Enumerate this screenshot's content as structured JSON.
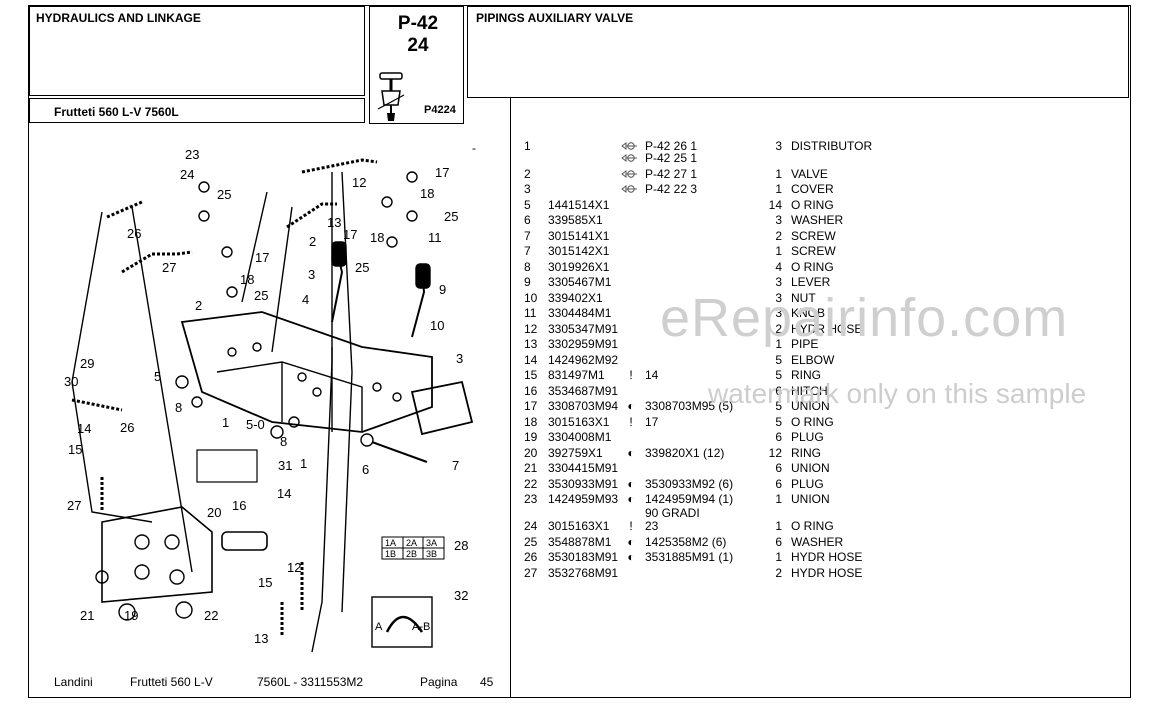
{
  "header": {
    "section_title": "HYDRAULICS AND LINKAGE",
    "model": "Frutteti 560 L-V 7560L",
    "page_code_line1": "P-42",
    "page_code_line2": "24",
    "figure_ref": "P4224",
    "group_title": "PIPINGS AUXILIARY VALVE"
  },
  "diagram": {
    "callouts": [
      "23",
      "24",
      "25",
      "26",
      "27",
      "17",
      "18",
      "25",
      "2",
      "3",
      "4",
      "1",
      "5",
      "8",
      "29",
      "30",
      "28",
      "14",
      "15",
      "27",
      "12",
      "17",
      "18",
      "13",
      "25",
      "11",
      "9",
      "10",
      "3",
      "7",
      "6",
      "5-0",
      "8",
      "31",
      "1",
      "20",
      "16",
      "14",
      "15",
      "12",
      "13",
      "21",
      "19",
      "22",
      "32"
    ],
    "plate_a": "A",
    "plate_ab": "A-B",
    "table_28_cells": [
      "1A",
      "2A",
      "3A",
      "1B",
      "2B",
      "3B"
    ],
    "dash": "-"
  },
  "parts": [
    {
      "item": "1",
      "part": "",
      "sym": "",
      "ref": "P-42 26  1",
      "ref2": "",
      "qty": "3",
      "desc": "DISTRIBUTOR",
      "circ": true
    },
    {
      "item": "",
      "part": "",
      "sym": "",
      "ref": "P-42 25  1",
      "ref2": "",
      "qty": "",
      "desc": "",
      "circ": true
    },
    {
      "item": "2",
      "part": "",
      "sym": "",
      "ref": "P-42 27  1",
      "ref2": "",
      "qty": "1",
      "desc": "VALVE",
      "circ": true
    },
    {
      "item": "3",
      "part": "",
      "sym": "",
      "ref": "P-42 22  3",
      "ref2": "",
      "qty": "1",
      "desc": "COVER",
      "circ": true
    },
    {
      "item": "5",
      "part": "1441514X1",
      "sym": "",
      "ref": "",
      "ref2": "",
      "qty": "14",
      "desc": "O RING",
      "circ": false
    },
    {
      "item": "6",
      "part": "339585X1",
      "sym": "",
      "ref": "",
      "ref2": "",
      "qty": "3",
      "desc": "WASHER",
      "circ": false
    },
    {
      "item": "7",
      "part": "3015141X1",
      "sym": "",
      "ref": "",
      "ref2": "",
      "qty": "2",
      "desc": "SCREW",
      "circ": false
    },
    {
      "item": "7",
      "part": "3015142X1",
      "sym": "",
      "ref": "",
      "ref2": "",
      "qty": "1",
      "desc": "SCREW",
      "circ": false
    },
    {
      "item": "8",
      "part": "3019926X1",
      "sym": "",
      "ref": "",
      "ref2": "",
      "qty": "4",
      "desc": "O RING",
      "circ": false
    },
    {
      "item": "9",
      "part": "3305467M1",
      "sym": "",
      "ref": "",
      "ref2": "",
      "qty": "3",
      "desc": "LEVER",
      "circ": false
    },
    {
      "item": "10",
      "part": "339402X1",
      "sym": "",
      "ref": "",
      "ref2": "",
      "qty": "3",
      "desc": "NUT",
      "circ": false
    },
    {
      "item": "11",
      "part": "3304484M1",
      "sym": "",
      "ref": "",
      "ref2": "",
      "qty": "3",
      "desc": "KNOB",
      "circ": false
    },
    {
      "item": "12",
      "part": "3305347M91",
      "sym": "",
      "ref": "",
      "ref2": "",
      "qty": "2",
      "desc": "HYDR HOSE",
      "circ": false
    },
    {
      "item": "13",
      "part": "3302959M91",
      "sym": "",
      "ref": "",
      "ref2": "",
      "qty": "1",
      "desc": "PIPE",
      "circ": false
    },
    {
      "item": "14",
      "part": "1424962M92",
      "sym": "",
      "ref": "",
      "ref2": "",
      "qty": "5",
      "desc": "ELBOW",
      "circ": false
    },
    {
      "item": "15",
      "part": "831497M1",
      "sym": "!",
      "ref": "14",
      "ref2": "",
      "qty": "5",
      "desc": "RING",
      "circ": false
    },
    {
      "item": "16",
      "part": "3534687M91",
      "sym": "",
      "ref": "",
      "ref2": "",
      "qty": "6",
      "desc": "HITCH",
      "circ": false
    },
    {
      "item": "17",
      "part": "3308703M94",
      "sym": "◐",
      "ref": "3308703M95  (5)",
      "ref2": "",
      "qty": "5",
      "desc": "UNION",
      "circ": false
    },
    {
      "item": "18",
      "part": "3015163X1",
      "sym": "!",
      "ref": "17",
      "ref2": "",
      "qty": "5",
      "desc": "O RING",
      "circ": false
    },
    {
      "item": "19",
      "part": "3304008M1",
      "sym": "",
      "ref": "",
      "ref2": "",
      "qty": "6",
      "desc": "PLUG",
      "circ": false
    },
    {
      "item": "20",
      "part": "392759X1",
      "sym": "◐",
      "ref": "339820X1  (12)",
      "ref2": "",
      "qty": "12",
      "desc": "RING",
      "circ": false
    },
    {
      "item": "21",
      "part": "3304415M91",
      "sym": "",
      "ref": "",
      "ref2": "",
      "qty": "6",
      "desc": "UNION",
      "circ": false
    },
    {
      "item": "22",
      "part": "3530933M91",
      "sym": "◐",
      "ref": "3530933M92  (6)",
      "ref2": "",
      "qty": "6",
      "desc": "PLUG",
      "circ": false
    },
    {
      "item": "23",
      "part": "1424959M93",
      "sym": "◐",
      "ref": "1424959M94  (1)",
      "ref2": "90 GRADI",
      "qty": "1",
      "desc": "UNION",
      "circ": false
    },
    {
      "item": "24",
      "part": "3015163X1",
      "sym": "!",
      "ref": "23",
      "ref2": "",
      "qty": "1",
      "desc": "O RING",
      "circ": false
    },
    {
      "item": "25",
      "part": "3548878M1",
      "sym": "◐",
      "ref": "1425358M2  (6)",
      "ref2": "",
      "qty": "6",
      "desc": "WASHER",
      "circ": false
    },
    {
      "item": "26",
      "part": "3530183M91",
      "sym": "◐",
      "ref": "3531885M91  (1)",
      "ref2": "",
      "qty": "1",
      "desc": "HYDR HOSE",
      "circ": false
    },
    {
      "item": "27",
      "part": "3532768M91",
      "sym": "",
      "ref": "",
      "ref2": "",
      "qty": "2",
      "desc": "HYDR HOSE",
      "circ": false
    }
  ],
  "footer": {
    "brand": "Landini",
    "model": "Frutteti 560 L-V",
    "code": "7560L - 3311553M2",
    "page_label": "Pagina",
    "page_number": "45"
  },
  "watermark": {
    "line1": "eRepairinfo.com",
    "line2": "watermark only on this sample"
  }
}
